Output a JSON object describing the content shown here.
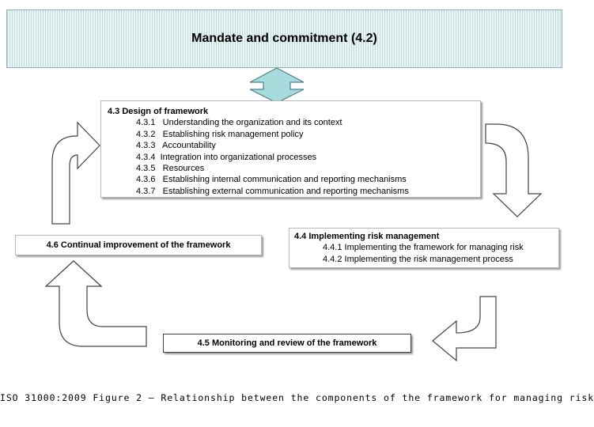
{
  "mandate": {
    "label": "Mandate and commitment (4.2)"
  },
  "design": {
    "title": "4.3 Design of framework",
    "items": [
      "4.3.1   Understanding the organization and its context",
      "4.3.2   Establishing risk management policy",
      "4.3.3   Accountability",
      "4.3.4  Integration into organizational processes",
      "4.3.5   Resources",
      "4.3.6   Establishing internal communication and reporting mechanisms",
      "4.3.7   Establishing external communication and reporting mechanisms"
    ]
  },
  "implementing": {
    "title": "4.4 Implementing risk management",
    "items": [
      "4.4.1 Implementing the framework for managing risk",
      "4.4.2 Implementing the risk management process"
    ]
  },
  "monitoring": {
    "label": "4.5 Monitoring and review of the framework"
  },
  "continual": {
    "label": "4.6 Continual improvement of the framework"
  },
  "caption": "ISO 31000:2009 Figure 2 — Relationship between the components of the framework for managing risk",
  "colors": {
    "mandate_fill": "#eaf6f6",
    "connector_arrow": "#a8dcdc",
    "outline": "#444444"
  }
}
